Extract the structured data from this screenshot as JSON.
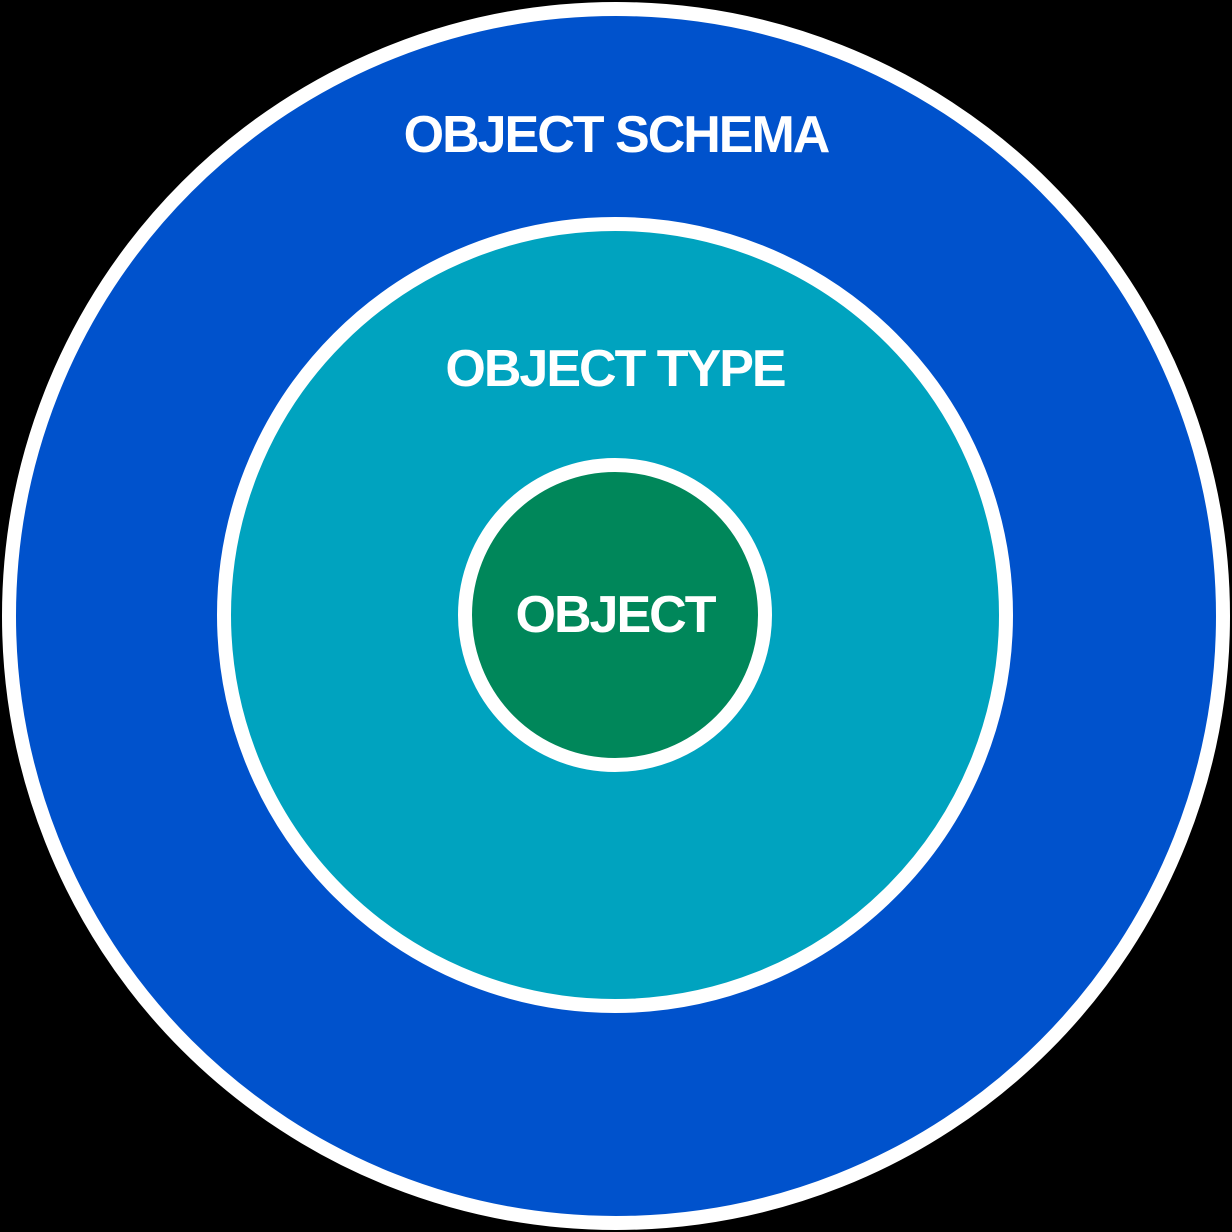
{
  "diagram": {
    "type": "concentric-circles",
    "rings": [
      {
        "id": "object-schema",
        "label": "OBJECT SCHEMA"
      },
      {
        "id": "object-type",
        "label": "OBJECT TYPE"
      },
      {
        "id": "object",
        "label": "OBJECT"
      }
    ]
  },
  "colors": {
    "outer": "#0052CC",
    "middle": "#00A3BF",
    "inner": "#00875A",
    "ring-border": "#FFFFFF",
    "label": "#FFFFFF",
    "background": "#000000"
  }
}
